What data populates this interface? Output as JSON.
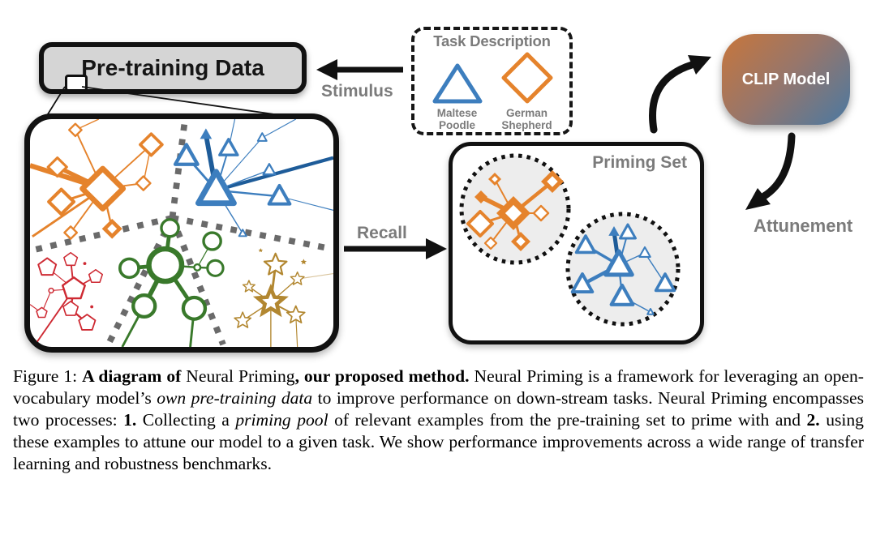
{
  "colors": {
    "orange": "#E5832C",
    "blue": "#3D7EBE",
    "dark_blue": "#1E5C99",
    "green": "#39792B",
    "red": "#CE2A33",
    "gold": "#B28730",
    "gray_label": "#7B7B7B",
    "box_fill": "#D5D5D5",
    "dash_gray": "#6A6A6A",
    "clip_gradient_start": "#C8763B",
    "clip_gradient_end": "#4A79A2"
  },
  "diagram": {
    "pretraining_box_label": "Pre-training Data",
    "stimulus_label": "Stimulus",
    "recall_label": "Recall",
    "attunement_label": "Attunement",
    "clip_model_label": "CLIP Model",
    "priming_set_label": "Priming Set",
    "task_description": {
      "title": "Task Description",
      "items": [
        {
          "shape": "triangle",
          "color": "blue",
          "label": "Maltese Poodle"
        },
        {
          "shape": "diamond",
          "color": "orange",
          "label": "German Shepherd"
        }
      ]
    },
    "clusters": [
      "orange-diamonds",
      "blue-triangles",
      "green-circles",
      "red-pentagons",
      "gold-stars"
    ]
  },
  "caption": {
    "segments": [
      {
        "style": "normal",
        "text": "Figure 1: "
      },
      {
        "style": "bold",
        "text": "A diagram of "
      },
      {
        "style": "normal",
        "text": "Neural Priming"
      },
      {
        "style": "bold",
        "text": ", our proposed method."
      },
      {
        "style": "normal",
        "text": " Neural Priming is a framework for leveraging an open-vocabulary model’s "
      },
      {
        "style": "italic",
        "text": "own pre-training data"
      },
      {
        "style": "normal",
        "text": " to improve performance on down-stream tasks. Neural Priming encompasses two processes: "
      },
      {
        "style": "bold",
        "text": "1."
      },
      {
        "style": "normal",
        "text": " Collecting a "
      },
      {
        "style": "italic",
        "text": "priming pool"
      },
      {
        "style": "normal",
        "text": " of relevant examples from the pre-training set to prime with and "
      },
      {
        "style": "bold",
        "text": "2."
      },
      {
        "style": "normal",
        "text": " using these examples to attune our model to a given task. We show performance improvements across a wide range of transfer learning and robustness benchmarks."
      }
    ]
  }
}
